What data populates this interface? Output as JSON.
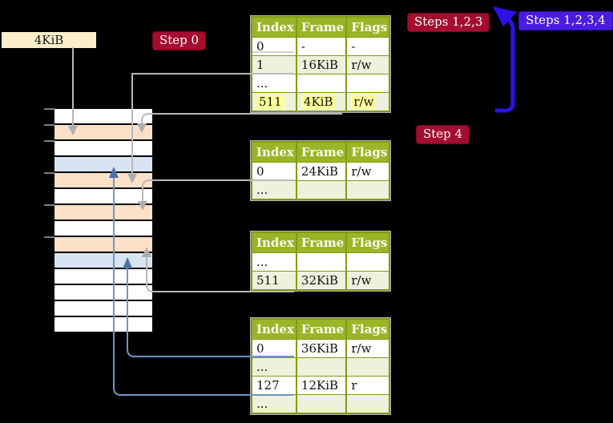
{
  "free_box": {
    "label": "4KiB"
  },
  "badges": {
    "step0": "Step 0",
    "steps123": "Steps 1,2,3",
    "steps1234": "Steps 1,2,3,4",
    "step4": "Step 4"
  },
  "colors": {
    "badge_red": "#a40d2e",
    "badge_blue": "#4a1ce0",
    "arrow_blue": "#2d12e6",
    "tbl_header": "#9ab527",
    "tbl_alt": "#eef2dc",
    "tbl_border": "#7e9c14",
    "highlight": "#ffff99",
    "strip_orange": "#fce1c8",
    "strip_blue": "#d9e4f2",
    "free_bg": "#faeecb",
    "connector_gray": "#b8b8b8",
    "connector_blue": "#6288bc"
  },
  "tables": [
    {
      "name": "page-table-top",
      "headers": [
        "Index",
        "Frame",
        "Flags"
      ],
      "rows": [
        {
          "cells": [
            "0",
            "-",
            "-"
          ],
          "shaded": false,
          "highlight": false
        },
        {
          "cells": [
            "1",
            "16KiB",
            "r/w"
          ],
          "shaded": true,
          "highlight": false
        },
        {
          "cells": [
            "...",
            "",
            ""
          ],
          "shaded": false,
          "highlight": false
        },
        {
          "cells": [
            "511",
            "4KiB",
            "r/w"
          ],
          "shaded": true,
          "highlight": true
        }
      ]
    },
    {
      "name": "page-table-second",
      "headers": [
        "Index",
        "Frame",
        "Flags"
      ],
      "rows": [
        {
          "cells": [
            "0",
            "24KiB",
            "r/w"
          ],
          "shaded": false,
          "highlight": false
        },
        {
          "cells": [
            "...",
            "",
            ""
          ],
          "shaded": true,
          "highlight": false
        }
      ]
    },
    {
      "name": "page-table-third",
      "headers": [
        "Index",
        "Frame",
        "Flags"
      ],
      "rows": [
        {
          "cells": [
            "...",
            "",
            ""
          ],
          "shaded": false,
          "highlight": false
        },
        {
          "cells": [
            "511",
            "32KiB",
            "r/w"
          ],
          "shaded": true,
          "highlight": false
        }
      ]
    },
    {
      "name": "page-table-bottom",
      "headers": [
        "Index",
        "Frame",
        "Flags"
      ],
      "rows": [
        {
          "cells": [
            "0",
            "36KiB",
            "r/w"
          ],
          "shaded": false,
          "highlight": false
        },
        {
          "cells": [
            "...",
            "",
            ""
          ],
          "shaded": true,
          "highlight": false
        },
        {
          "cells": [
            "127",
            "12KiB",
            "r"
          ],
          "shaded": false,
          "highlight": false
        },
        {
          "cells": [
            "...",
            "",
            ""
          ],
          "shaded": true,
          "highlight": false
        }
      ]
    }
  ],
  "memory_strip": {
    "rows": [
      {
        "fill": "white"
      },
      {
        "fill": "orange"
      },
      {
        "fill": "white"
      },
      {
        "fill": "blue"
      },
      {
        "fill": "orange"
      },
      {
        "fill": "white"
      },
      {
        "fill": "orange"
      },
      {
        "fill": "white"
      },
      {
        "fill": "orange"
      },
      {
        "fill": "blue"
      },
      {
        "fill": "white"
      },
      {
        "fill": "white"
      },
      {
        "fill": "white"
      },
      {
        "fill": "white"
      }
    ],
    "tick_rows": [
      0,
      1,
      2,
      4,
      6,
      8
    ]
  }
}
